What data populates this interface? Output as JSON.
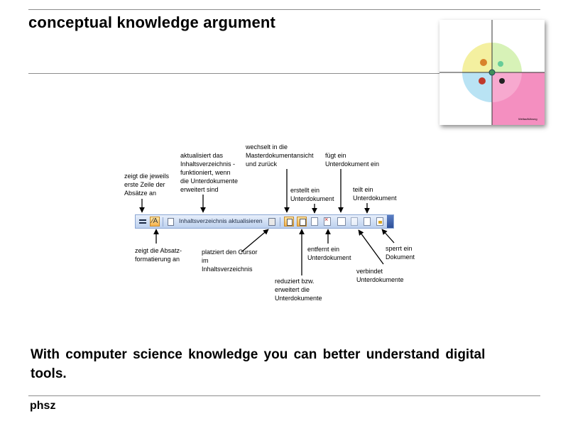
{
  "slide": {
    "title": "conceptual knowledge argument",
    "body": "With computer science knowledge you can better understand digital tools.",
    "footer": "phsz"
  },
  "quadrant": {
    "label": "Weltaufklärung",
    "colors": {
      "top_left": "#f4f0a0",
      "top_right": "#d7f2b7",
      "bottom_left": "#b9e3f4",
      "bottom_right": "#f7a9cf",
      "pink_block": "#f48fc0"
    }
  },
  "toolbar": {
    "update_toc_label": "Inhaltsverzeichnis aktualisieren",
    "colors": {
      "bar_top": "#e7effb",
      "bar_bottom": "#bcd0ee",
      "highlight": "#f6b24c"
    }
  },
  "annotations": {
    "first_line": "zeigt die jeweils erste Zeile der Absätze an",
    "update_toc": "aktualisiert das Inhaltsverzeichnis - funktioniert, wenn die Unterdokumente erweitert sind",
    "master_view": "wechselt in die Masterdokumentansicht und zurück",
    "create_sub": "erstellt ein Unterdokument",
    "insert_sub": "fügt ein Unterdokument ein",
    "split_sub": "teilt ein Unterdokument",
    "formatting": "zeigt die Absatz-formatierung an",
    "cursor_toc": "platziert den Cursor im Inhaltsverzeichnis",
    "collapse_expand": "reduziert bzw. erweitert die Unterdokumente",
    "remove_sub": "entfernt ein Unterdokument",
    "merge_sub": "verbindet Unterdokumente",
    "lock_doc": "sperrt ein Dokument"
  }
}
